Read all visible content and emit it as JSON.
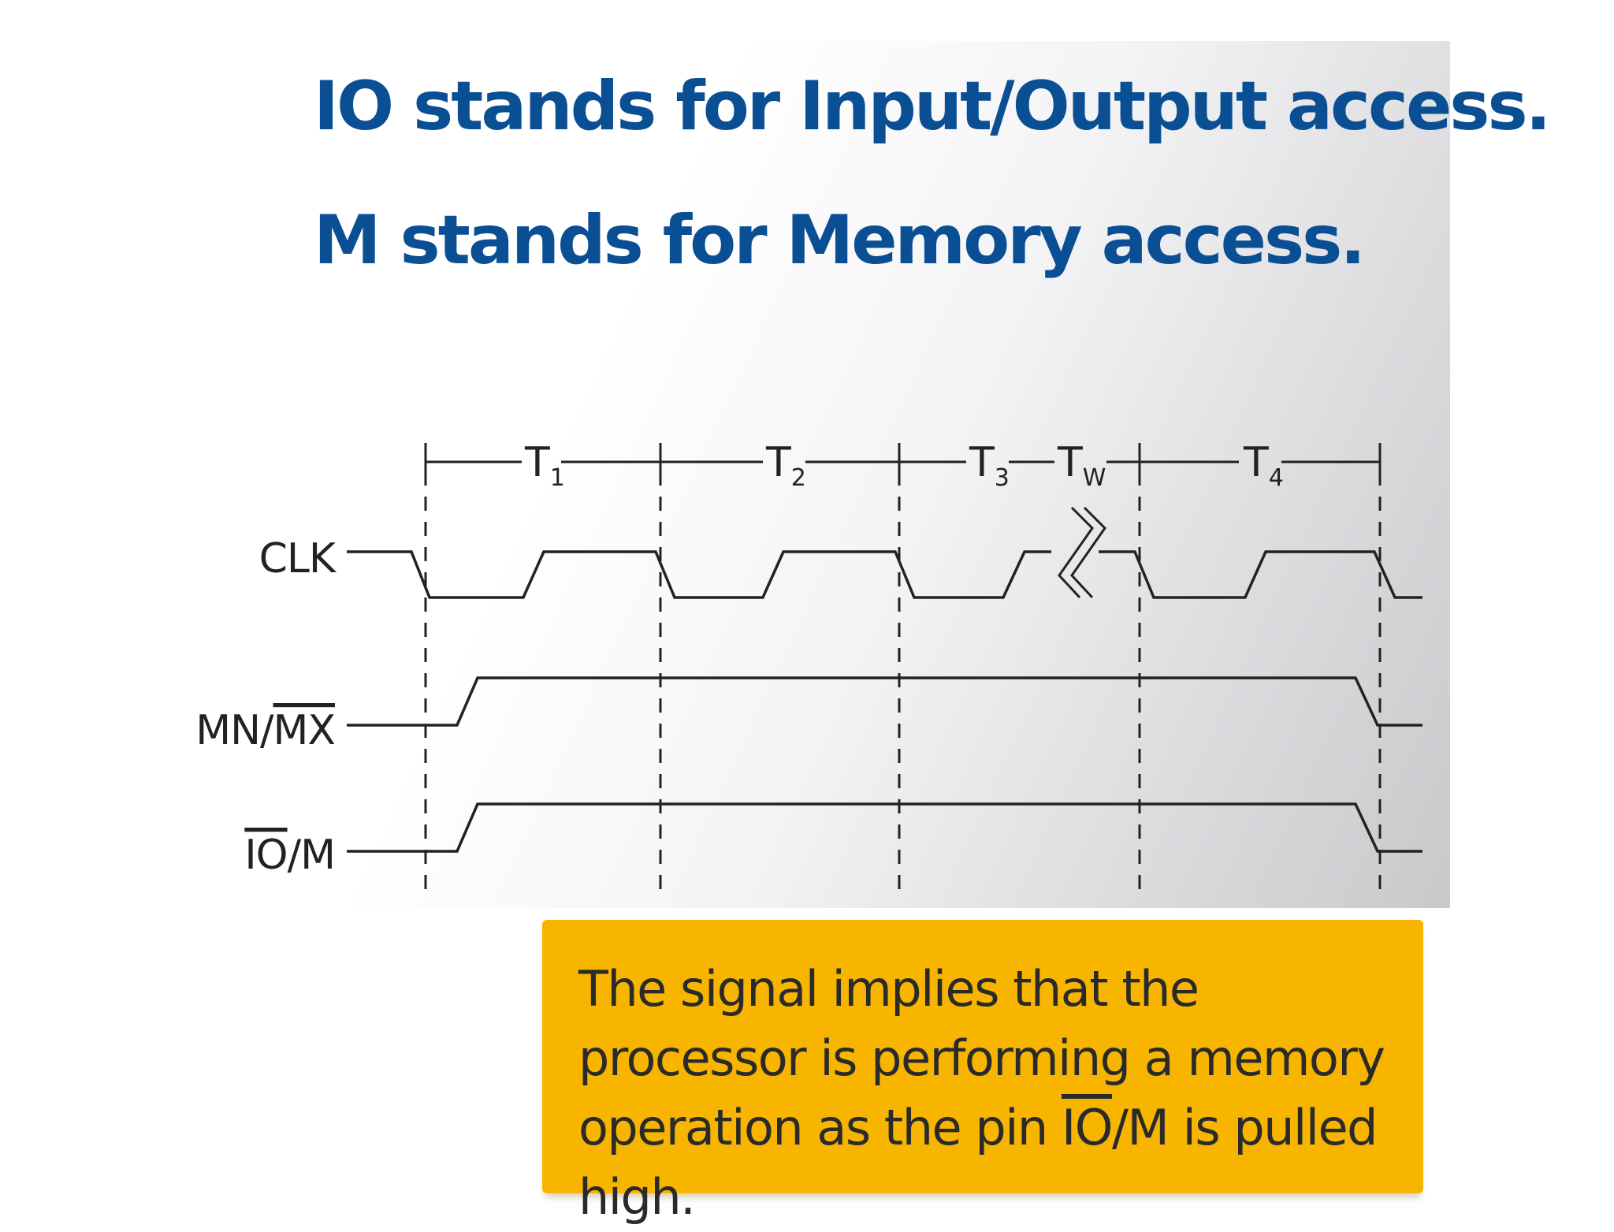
{
  "heading": {
    "line1": "IO stands for Input/Output access.",
    "line2": "M stands for Memory access."
  },
  "timing_diagram": {
    "periods": [
      {
        "letter": "T",
        "sub": "1"
      },
      {
        "letter": "T",
        "sub": "2"
      },
      {
        "letter": "T",
        "sub": "3"
      },
      {
        "letter": "T",
        "sub": "W"
      },
      {
        "letter": "T",
        "sub": "4"
      }
    ],
    "signals": [
      {
        "plain": "MN/",
        "bar": "MX",
        "label": "MN/MX"
      },
      {
        "bar": "IO",
        "plain": "/M",
        "label": "IO/M"
      }
    ],
    "clock_label": "CLK"
  },
  "callout": {
    "text_before": "The signal implies that the processor is performing a memory operation as the pin ",
    "pin_bar": "IO",
    "pin_rest": "/M",
    "text_after": " is pulled high."
  },
  "colors": {
    "heading": "#0a4f94",
    "callout_bg": "#f7b500",
    "waveform": "#222222"
  }
}
